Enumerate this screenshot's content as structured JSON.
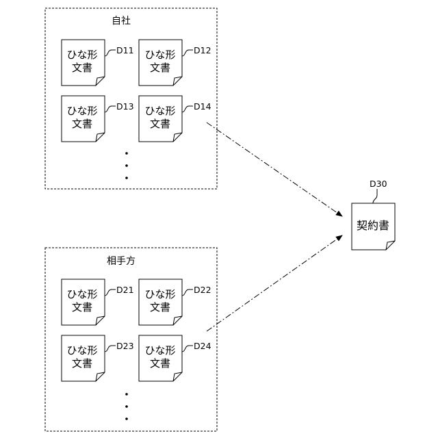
{
  "groups": [
    {
      "id": "own",
      "title": "自社",
      "documents": [
        {
          "line1": "ひな形",
          "line2": "文書",
          "ref": "D11"
        },
        {
          "line1": "ひな形",
          "line2": "文書",
          "ref": "D12"
        },
        {
          "line1": "ひな形",
          "line2": "文書",
          "ref": "D13"
        },
        {
          "line1": "ひな形",
          "line2": "文書",
          "ref": "D14"
        }
      ],
      "ellipsis": "⋮"
    },
    {
      "id": "partner",
      "title": "相手方",
      "documents": [
        {
          "line1": "ひな形",
          "line2": "文書",
          "ref": "D21"
        },
        {
          "line1": "ひな形",
          "line2": "文書",
          "ref": "D22"
        },
        {
          "line1": "ひな形",
          "line2": "文書",
          "ref": "D23"
        },
        {
          "line1": "ひな形",
          "line2": "文書",
          "ref": "D24"
        }
      ],
      "ellipsis": "⋮"
    }
  ],
  "target": {
    "label": "契約書",
    "ref": "D30"
  },
  "connections": [
    {
      "from": "D14",
      "to": "D30"
    },
    {
      "from": "D24",
      "to": "D30"
    }
  ]
}
